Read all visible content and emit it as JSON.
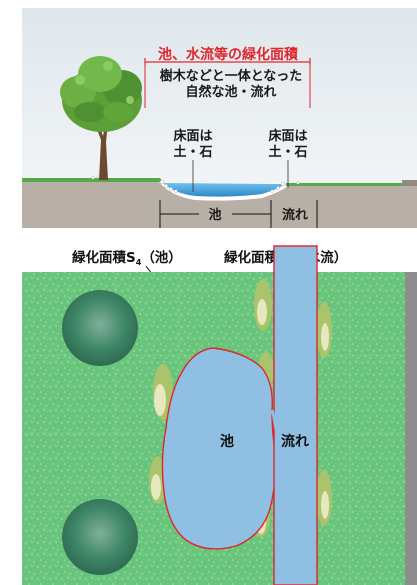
{
  "section": {
    "title": "池、水流等の緑化面積",
    "desc_line1": "樹木などと一体となった",
    "desc_line2": "自然な池・流れ",
    "floor_left_1": "床面は",
    "floor_left_2": "土・石",
    "floor_right_1": "床面は",
    "floor_right_2": "土・石",
    "dim_pond": "池",
    "dim_stream": "流れ"
  },
  "plan": {
    "label_pond_prefix": "緑化面積S",
    "label_pond_sub": "4",
    "label_pond_suffix": "（池）",
    "label_stream_prefix": "緑化面積S",
    "label_stream_sub": "4",
    "label_stream_suffix": "（水流）",
    "pond": "池",
    "stream": "流れ"
  },
  "colors": {
    "sky": "#e8eef1",
    "ground": "#b9b2aa",
    "grass": "#65c27a",
    "water": "#8fbfe2",
    "outline": "#e0262d"
  }
}
